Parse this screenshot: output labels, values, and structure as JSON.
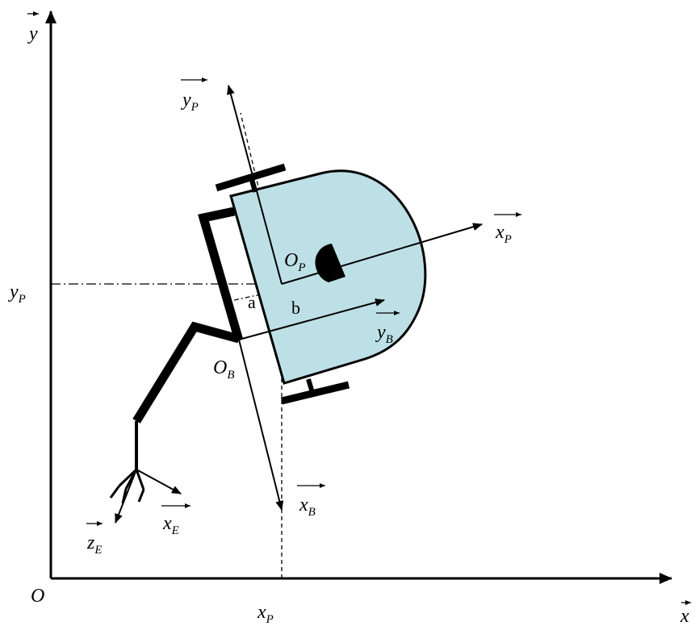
{
  "axes": {
    "x_label": "x",
    "y_label": "y",
    "origin_label": "O"
  },
  "platform": {
    "origin_label": "O",
    "origin_sub": "P",
    "x_axis_label": "x",
    "x_axis_sub": "P",
    "y_axis_label": "y",
    "y_axis_sub": "P",
    "xp_label": "x",
    "xp_sub": "P",
    "yp_label": "y",
    "yp_sub": "P",
    "body_color": "#bde0e6"
  },
  "arm_base": {
    "origin_label": "O",
    "origin_sub": "B",
    "x_axis_label": "x",
    "x_axis_sub": "B",
    "y_axis_label": "y",
    "y_axis_sub": "B"
  },
  "offsets": {
    "a_label": "a",
    "b_label": "b"
  },
  "end_effector": {
    "x_label": "x",
    "x_sub": "E",
    "z_label": "z",
    "z_sub": "E"
  }
}
